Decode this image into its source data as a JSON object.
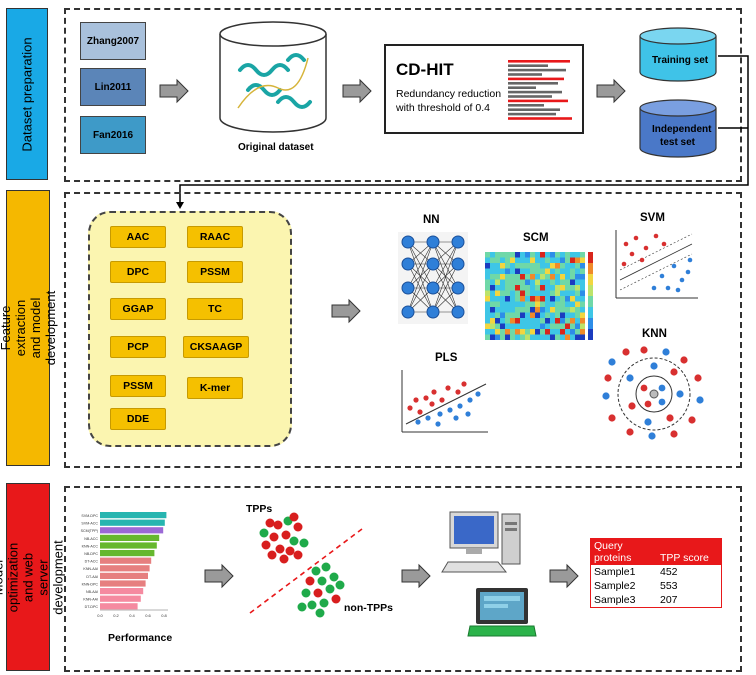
{
  "sections": {
    "s1": {
      "label": "Dataset preparation",
      "color": "#19a9e6"
    },
    "s2": {
      "label": "Feature extraction and model development",
      "color": "#f5b800"
    },
    "s3": {
      "label": "Model optimization and web server development",
      "color": "#e8181a"
    }
  },
  "datasets": [
    "Zhang2007",
    "Lin2011",
    "Fan2016"
  ],
  "original_dataset_label": "Original dataset",
  "cdhit": {
    "title": "CD-HIT",
    "desc_line1": "Redundancy reduction",
    "desc_line2": "with threshold of 0.4"
  },
  "cylinders": {
    "training": "Training set",
    "independent_l1": "Independent",
    "independent_l2": "test set"
  },
  "features": [
    "AAC",
    "RAAC",
    "DPC",
    "PSSM",
    "GGAP",
    "TC",
    "PCP",
    "CKSAAGP",
    "PSSM",
    "K-mer",
    "DDE"
  ],
  "models": {
    "nn": "NN",
    "scm": "SCM",
    "svm": "SVM",
    "pls": "PLS",
    "knn": "KNN"
  },
  "performance": {
    "label": "Performance",
    "bars": [
      "SVM-DPC",
      "SVM-ACC",
      "SCM(TPP)",
      "NB-ACC",
      "KNN-ACC",
      "NB-DPC",
      "DT-ACC",
      "KNN-AAI",
      "DT-AAI",
      "KNN-DPC",
      "NB-AAI",
      "KNN-AAI",
      "DT-DPC"
    ],
    "ticks": [
      "0.0",
      "0.2",
      "0.4",
      "0.6",
      "0.8"
    ]
  },
  "tpps": {
    "pos": "TPPs",
    "neg": "non-TPPs"
  },
  "result_table": {
    "headers": [
      "Query proteins",
      "TPP score"
    ],
    "rows": [
      [
        "Sample1",
        "452"
      ],
      [
        "Sample2",
        "553"
      ],
      [
        "Sample3",
        "207"
      ]
    ]
  },
  "colors": {
    "blue_cyl": "#4a78c8",
    "cyan_cyl": "#3fc3e8",
    "feature_box": "#fbf5b0",
    "arrow_gray": "#9a9a9a"
  }
}
